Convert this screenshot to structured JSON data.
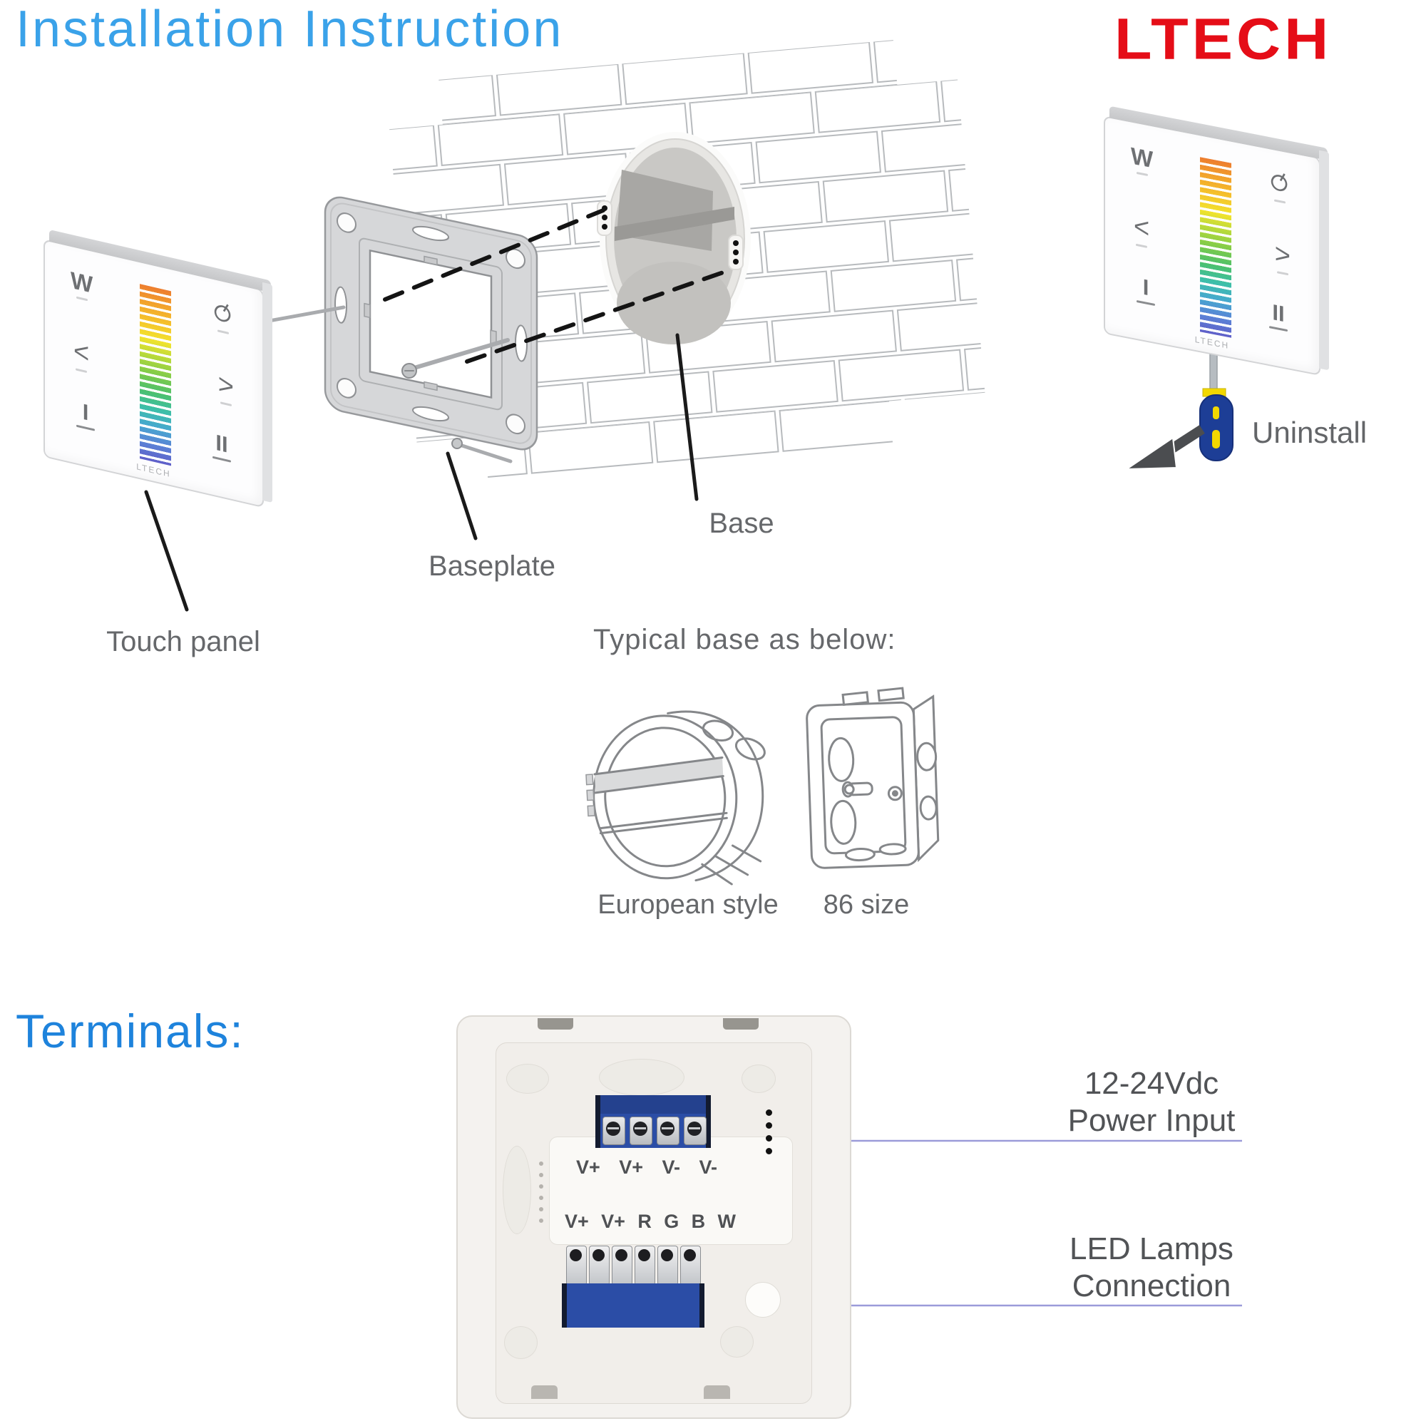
{
  "header": {
    "title": "Installation Instruction",
    "logo": "LTECH"
  },
  "exploded": {
    "touch_panel_label": "Touch panel",
    "baseplate_label": "Baseplate",
    "base_label": "Base",
    "uninstall_label": "Uninstall"
  },
  "panel": {
    "brand": "LTECH",
    "icons": {
      "white": "W",
      "prev": "<",
      "next": ">",
      "scene1": "I",
      "scene2": "II"
    }
  },
  "typical_base": {
    "heading": "Typical base as below:",
    "european_label": "European style",
    "size86_label": "86 size"
  },
  "terminals": {
    "heading": "Terminals:",
    "power_row": [
      "V+",
      "V+",
      "V-",
      "V-"
    ],
    "output_row": [
      "V+",
      "V+",
      "R",
      "G",
      "B",
      "W"
    ],
    "power_annotation": {
      "line1": "12-24Vdc",
      "line2": "Power Input"
    },
    "led_annotation": {
      "line1": "LED Lamps",
      "line2": "Connection"
    }
  },
  "colors": {
    "accent_blue": "#3aa2e9",
    "terminals_heading_blue": "#1e83dc",
    "logo_red": "#e50d17",
    "terminal_block_blue": "#2b4da6",
    "annotation_line_purple": "#9b9bd9"
  }
}
